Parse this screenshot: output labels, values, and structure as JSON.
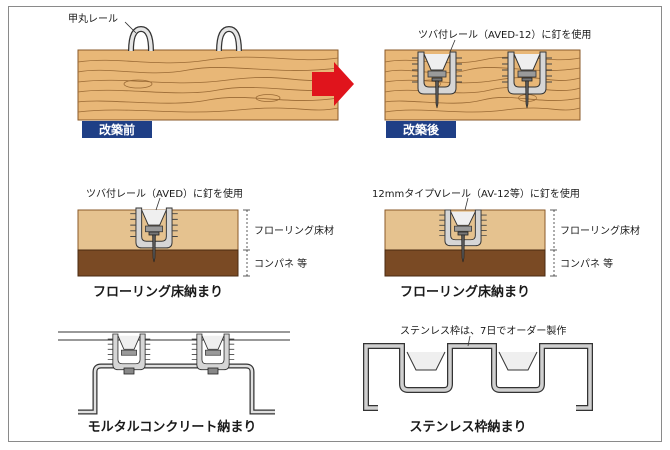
{
  "top_left": {
    "rail_label": "甲丸レール",
    "badge": "改築前"
  },
  "top_right": {
    "rail_label": "ツバ付レール（AVED-12）に釘を使用",
    "badge": "改築後"
  },
  "mid_left": {
    "rail_label": "ツバ付レール（AVED）に釘を使用",
    "floor_label": "フローリング床材",
    "base_label": "コンパネ 等",
    "caption": "フローリング床納まり"
  },
  "mid_right": {
    "rail_label": "12mmタイプVレール（AV-12等）に釘を使用",
    "floor_label": "フローリング床材",
    "base_label": "コンパネ 等",
    "caption": "フローリング床納まり"
  },
  "bottom_left": {
    "caption": "モルタルコンクリート納まり"
  },
  "bottom_right": {
    "rail_label": "ステンレス枠は、7日でオーダー製作",
    "caption": "ステンレス枠納まり"
  },
  "colors": {
    "wood": "#e8b777",
    "wood_grain": "#9a6a35",
    "wood_light": "#e5c28f",
    "brown": "#7a4a24",
    "badge": "#1f3f86",
    "arrow": "#e0141c",
    "steel": "#d0d0d0"
  }
}
